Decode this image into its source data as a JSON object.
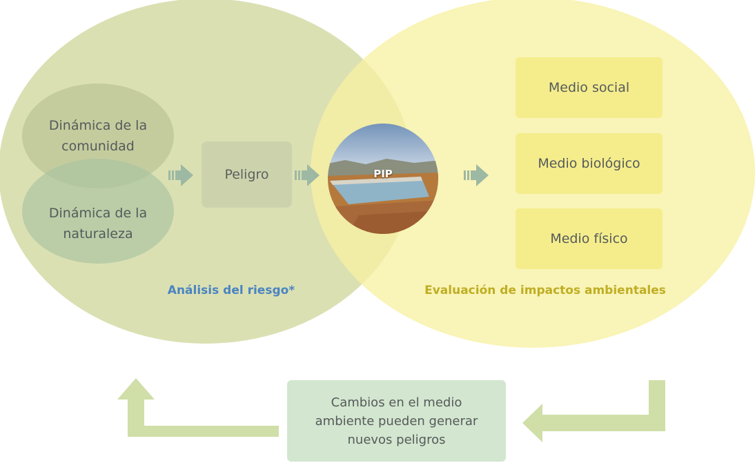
{
  "left_circle": {
    "title": "Análisis del riesgo*",
    "item_top": "Dinámica de la comunidad",
    "item_bottom": "Dinámica de la naturaleza",
    "center_box": "Peligro"
  },
  "center": {
    "label": "PIP"
  },
  "right_circle": {
    "title": "Evaluación de impactos ambientales",
    "boxes": [
      "Medio social",
      "Medio biológico",
      "Medio físico"
    ]
  },
  "feedback": {
    "text": "Cambios en el medio ambiente pueden generar nuevos peligros"
  },
  "colors": {
    "left_circle": "#dde3b6",
    "right_circle": "#f8f3ad",
    "arrow": "#9db8a3",
    "feedback_box": "#d3e6cf",
    "left_title": "#4a84c0",
    "right_title": "#bfae24"
  }
}
